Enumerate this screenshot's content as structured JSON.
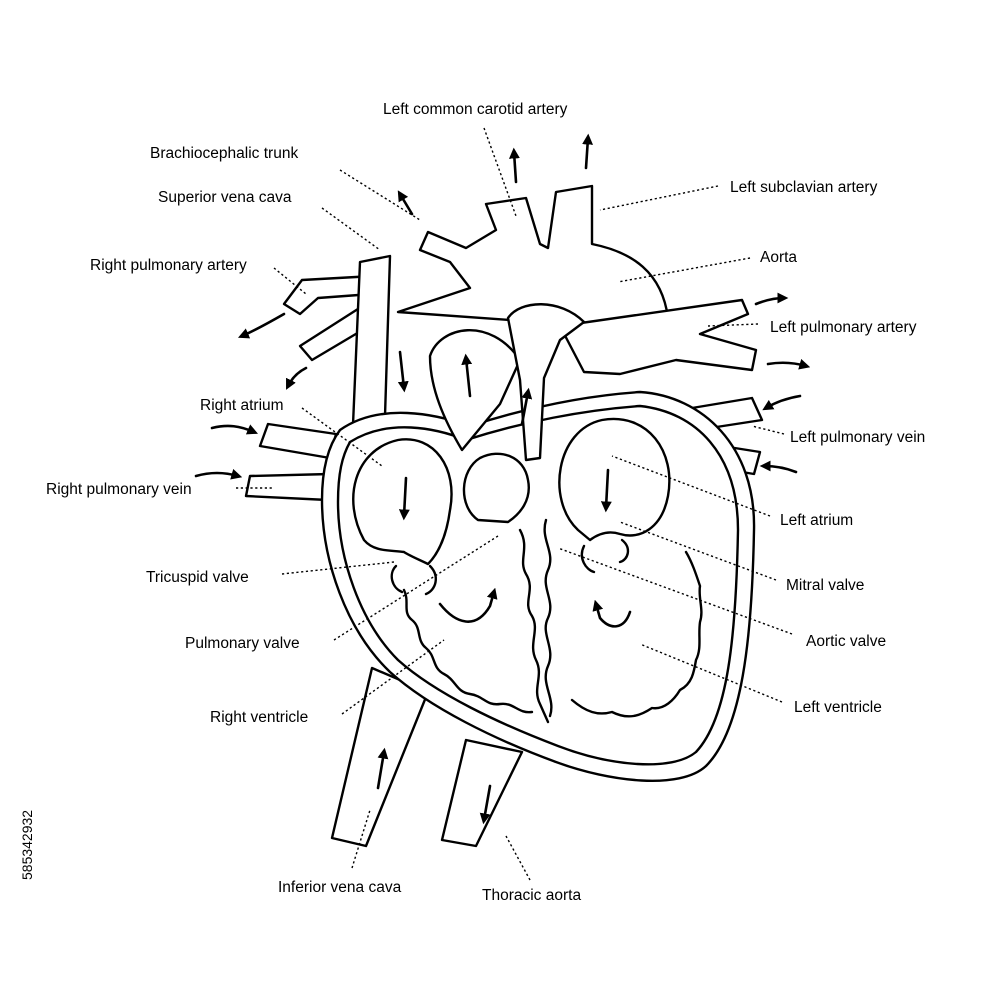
{
  "labels": {
    "left_common_carotid_artery": "Left common carotid artery",
    "brachiocephalic_trunk": "Brachiocephalic trunk",
    "left_subclavian_artery": "Left subclavian artery",
    "superior_vena_cava": "Superior vena cava",
    "aorta": "Aorta",
    "right_pulmonary_artery": "Right pulmonary artery",
    "left_pulmonary_artery": "Left pulmonary artery",
    "right_atrium": "Right atrium",
    "left_pulmonary_vein": "Left pulmonary vein",
    "right_pulmonary_vein": "Right pulmonary vein",
    "left_atrium": "Left atrium",
    "tricuspid_valve": "Tricuspid valve",
    "mitral_valve": "Mitral valve",
    "pulmonary_valve": "Pulmonary valve",
    "aortic_valve": "Aortic valve",
    "right_ventricle": "Right ventricle",
    "left_ventricle": "Left ventricle",
    "inferior_vena_cava": "Inferior vena cava",
    "thoracic_aorta": "Thoracic aorta"
  },
  "stock_id": "585342932",
  "colors": {
    "line": "#000000",
    "background": "#ffffff"
  }
}
